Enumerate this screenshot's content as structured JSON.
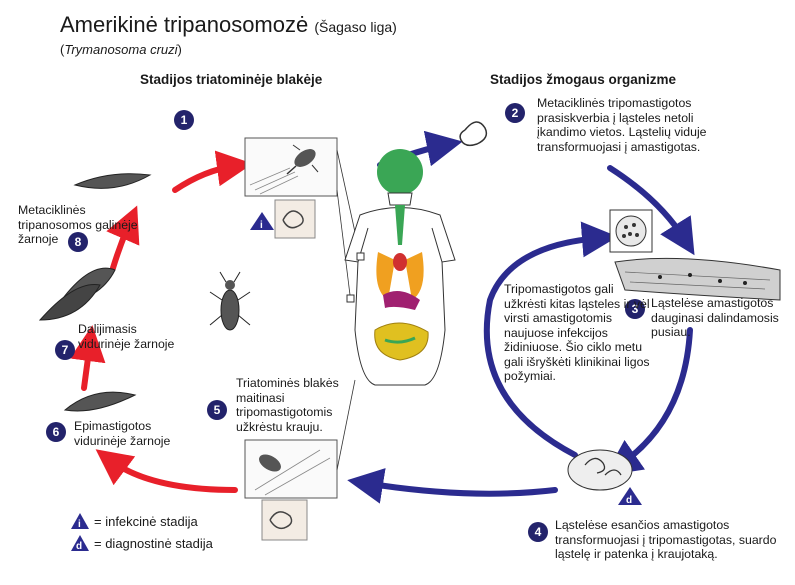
{
  "title": {
    "main": "Amerikinė tripanosomozė",
    "paren": "(Šagaso liga)",
    "organism_open": "(",
    "organism": "Trymanosoma cruzi",
    "organism_close": ")"
  },
  "headings": {
    "bug": "Stadijos triatominėje blakėje",
    "human": "Stadijos žmogaus organizme"
  },
  "steps": [
    {
      "num": "1",
      "text": ""
    },
    {
      "num": "2",
      "text": "Metaciklinės tripomastigotos prasiskverbia į ląsteles netoli įkandimo vietos. Ląstelių viduje transformuojasi į amastigotas."
    },
    {
      "num": "3",
      "text": "Ląstelėse amastigotos dauginasi dalindamosis pusiau."
    },
    {
      "num": "4",
      "text": "Ląstelėse esančios amastigotos transformuojasi į tripomastigotas, suardo ląstelę ir patenka į kraujotaką."
    },
    {
      "num": "5",
      "text": "Triatominės blakės maitinasi tripomastigotomis užkrėstu krauju."
    },
    {
      "num": "6",
      "text": "Epimastigotos vidurinėje žarnoje"
    },
    {
      "num": "7",
      "text": "Dalijimasis vidurinėje žarnoje"
    },
    {
      "num": "8",
      "text": "Metaciklinės tripanosomos galinėje žarnoje"
    }
  ],
  "center_text": "Tripomastigotos gali užkrėsti kitas ląsteles ir vėl virsti amastigotomis naujuose infekcijos židiniuose. Šio ciklo metu gali išryškėti klinikinai ligos požymiai.",
  "legend": {
    "infective_symbol": "i",
    "infective_label": "= infekcinė stadija",
    "diagnostic_symbol": "d",
    "diagnostic_label": "= diagnostinė stadija"
  },
  "colors": {
    "red_arrow": "#e8202a",
    "blue_arrow": "#2b2b8f",
    "step_circle": "#23236b"
  },
  "icons": [
    "triatomine-bug-icon",
    "trypomastigote-icon",
    "epimastigote-icon",
    "human-anatomy-icon",
    "muscle-cell-icon",
    "amastigote-cell-icon"
  ]
}
